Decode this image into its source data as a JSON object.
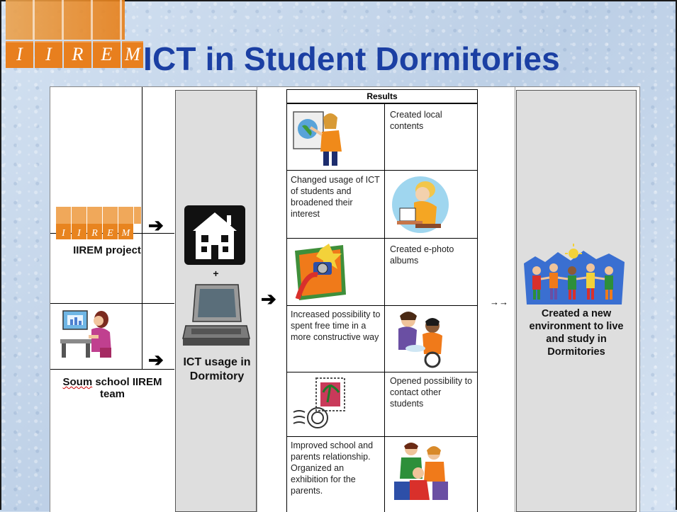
{
  "slide": {
    "title": "ICT in Student Dormitories",
    "logo_letters": [
      "I",
      "I",
      "R",
      "E",
      "M"
    ]
  },
  "left_column": {
    "project_label": "IIREM project",
    "team_label_part1": "Soum",
    "team_label_part2": " school IIREM team"
  },
  "middle": {
    "plus": "+",
    "ict_usage_label": "ICT usage in Dormitory",
    "house_icon": "house-icon",
    "computer_icon": "computer-icon"
  },
  "results": {
    "header": "Results",
    "items": [
      {
        "text": "Created local contents",
        "icon": "teacher-at-map-icon"
      },
      {
        "text": "Changed usage of ICT of students and broadened their interest",
        "icon": "student-at-computer-icon"
      },
      {
        "text": "Created e-photo albums",
        "icon": "camera-photo-icon"
      },
      {
        "text": "Increased possibility to spent free time in a more constructive way",
        "icon": "children-playing-icon"
      },
      {
        "text": "Opened possibility to contact other students",
        "icon": "postage-stamp-icon"
      },
      {
        "text": "Improved school and parents relationship. Organized an exhibition for the parents.",
        "icon": "family-group-icon"
      }
    ]
  },
  "outcome": {
    "double_arrow": "→→",
    "label": "Created a new environment to live and study in Dormitories",
    "icon": "children-holding-hands-icon"
  },
  "arrows": {
    "glyph": "➔"
  }
}
